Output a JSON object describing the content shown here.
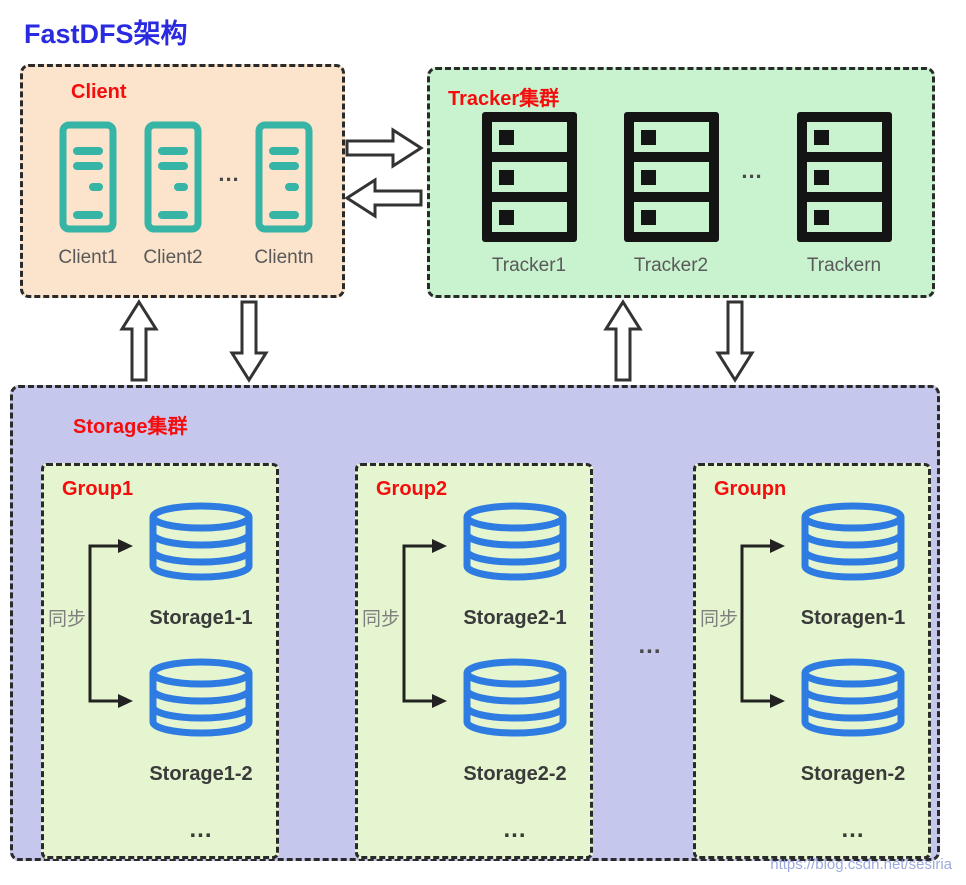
{
  "page": {
    "title": "FastDFS架构"
  },
  "colors": {
    "title_blue": "#2a2ae0",
    "label_red": "#f50d0d",
    "client_bg": "#fbe4cb",
    "tracker_bg": "#c9f3cf",
    "storage_bg": "#c6c7ec",
    "group_bg": "#e5f5cf",
    "server_teal": "#36b4a6",
    "db_blue": "#2e7ce2",
    "rack_black": "#141414",
    "node_label": "#595959",
    "storage_label": "#3a3a3a",
    "sync_gray": "#7f7f7f",
    "arrow_outline": "#333333",
    "watermark": "#8b9cd9"
  },
  "client": {
    "title": "Client",
    "nodes": [
      "Client1",
      "Client2",
      "Clientn"
    ],
    "ellipsis": "..."
  },
  "tracker": {
    "title": "Tracker集群",
    "nodes": [
      "Tracker1",
      "Tracker2",
      "Trackern"
    ],
    "ellipsis": "..."
  },
  "storage": {
    "title": "Storage集群",
    "ellipsis": "...",
    "groups": [
      {
        "title": "Group1",
        "sync_label": "同步",
        "nodes": [
          "Storage1-1",
          "Storage1-2"
        ],
        "ellipsis": "..."
      },
      {
        "title": "Group2",
        "sync_label": "同步",
        "nodes": [
          "Storage2-1",
          "Storage2-2"
        ],
        "ellipsis": "..."
      },
      {
        "title": "Groupn",
        "sync_label": "同步",
        "nodes": [
          "Storagen-1",
          "Storagen-2"
        ],
        "ellipsis": "..."
      }
    ]
  },
  "watermark": "https://blog.csdn.net/sesiria"
}
